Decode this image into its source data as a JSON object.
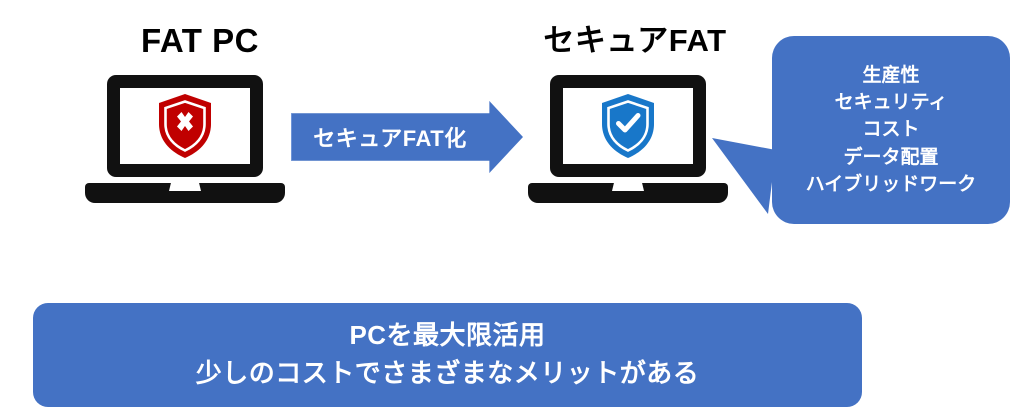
{
  "diagram": {
    "left_node": {
      "title": "FAT PC",
      "icon": "red-shield-x-icon",
      "device": "laptop",
      "shield_color": "#C00000",
      "shield_mark": "x"
    },
    "arrow": {
      "label": "セキュアFAT化",
      "direction": "right",
      "color": "#4472C4",
      "text_color": "#FFFFFF"
    },
    "right_node": {
      "title": "セキュアFAT",
      "icon": "blue-shield-check-icon",
      "device": "laptop",
      "shield_color": "#1877C9",
      "shield_mark": "check"
    },
    "callout": {
      "color": "#4472C4",
      "text_color": "#FFFFFF",
      "tail_direction": "left",
      "items": [
        "生産性",
        "セキュリティ",
        "コスト",
        "データ配置",
        "ハイブリッドワーク"
      ]
    },
    "summary_banner": {
      "color": "#4472C4",
      "text_color": "#FFFFFF",
      "lines": [
        "PCを最大限活用",
        "少しのコストでさまざまなメリットがある"
      ]
    }
  }
}
